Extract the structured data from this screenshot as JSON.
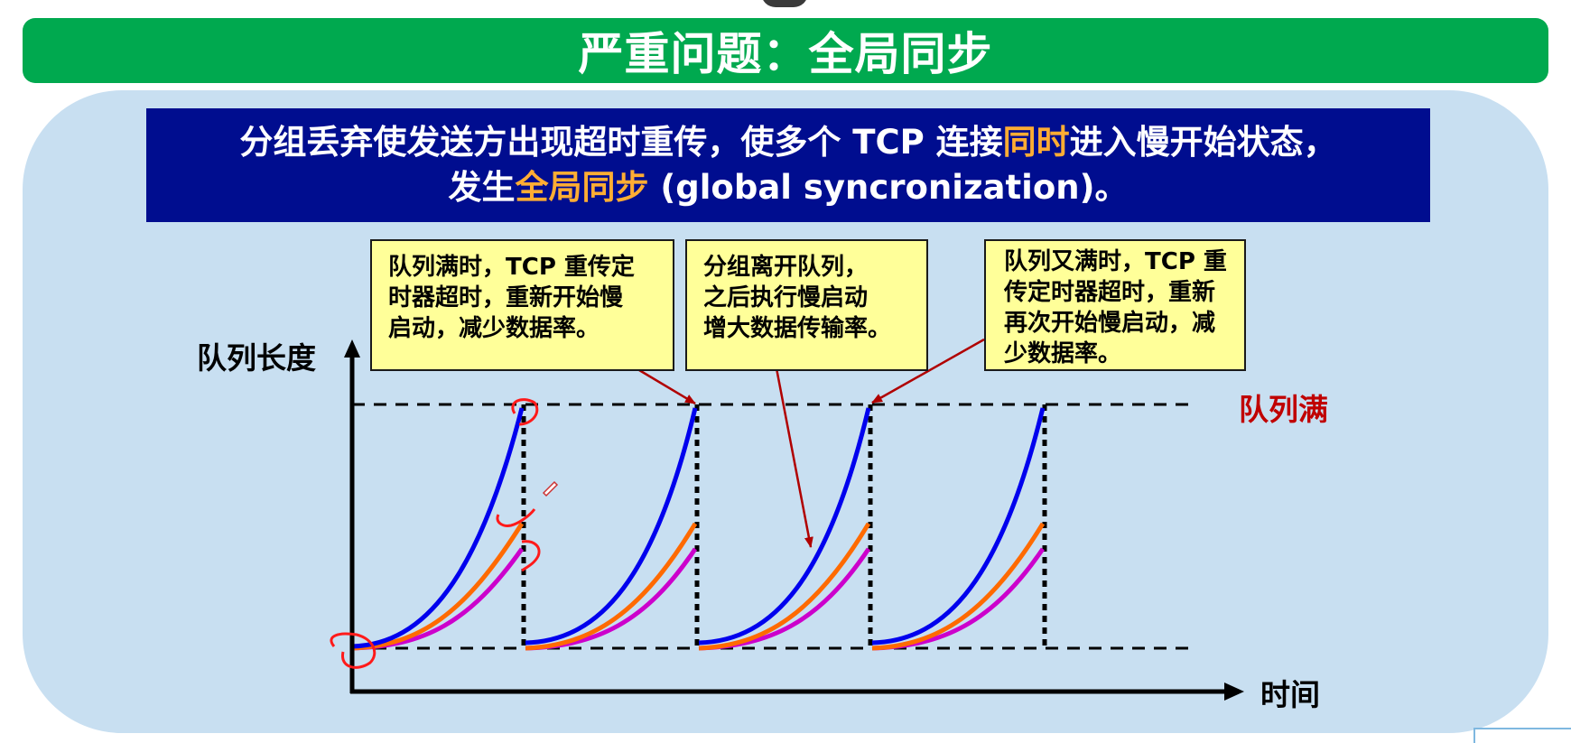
{
  "title": "严重问题：全局同步",
  "banner": {
    "line1_a": "分组丢弃使发送方出现超时重传，使多个 TCP 连接",
    "line1_hl": "同时",
    "line1_b": "进入慢开始状态，",
    "line2_a": "发生",
    "line2_hl": "全局同步",
    "line2_b": " (global syncronization)。"
  },
  "notes": [
    {
      "lines": [
        "队列满时，TCP 重传定",
        "时器超时，重新开始慢",
        "启动，减少数据率。"
      ]
    },
    {
      "lines": [
        "分组离开队列，",
        "之后执行慢启动",
        "增大数据传输率。"
      ]
    },
    {
      "lines": [
        "队列又满时，TCP 重",
        "传定时器超时，重新",
        "再次开始慢启动，减",
        "少数据率。"
      ]
    }
  ],
  "axis": {
    "y_label": "队列长度",
    "x_label": "时间"
  },
  "queue_full_label": "队列满",
  "colors": {
    "title_bar": "#00a94f",
    "panel": "#c8dff1",
    "banner": "#000d8f",
    "highlight": "#ffad33",
    "note_bg": "#ffff99",
    "curve_blue": "#0000ee",
    "curve_orange": "#ff6a00",
    "curve_magenta": "#cc00cc",
    "arrow": "#b00000",
    "queue_full_text": "#c00000"
  }
}
